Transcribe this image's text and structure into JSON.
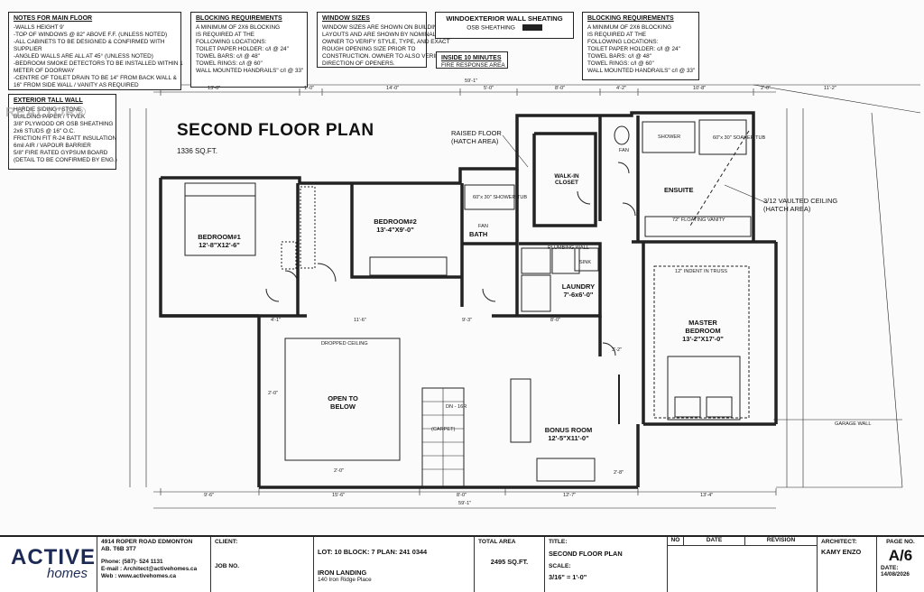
{
  "watermark": "REALTOR®",
  "notes_main_floor": {
    "heading": "NOTES FOR MAIN FLOOR",
    "lines": [
      "-WALLS HEIGHT 9'",
      "-TOP OF WINDOWS @ 82\" ABOVE F.F. (UNLESS NOTED)",
      "-ALL CABINETS TO BE DESIGNED & CONFIRMED WITH",
      "SUPPLIER",
      "-ANGLED WALLS ARE ALL AT 45° (UNLESS NOTED)",
      "-BEDROOM SMOKE DETECTORS TO BE INSTALLED WITHIN 1",
      "METER OF DOORWAY",
      "-CENTRE OF TOILET DRAIN TO BE 14\" FROM BACK WALL &",
      "16\" FROM SIDE WALL / VANITY AS REQUIRED"
    ]
  },
  "exterior_tall_wall": {
    "heading": "EXTERIOR TALL WALL",
    "lines": [
      "HARDIE SIDING / STONE",
      "BUILDING PAPER / TYVEK",
      "3/8\" PLYWOOD OR OSB SHEATHING",
      "2x6 STUDS @ 16\" O.C.",
      "FRICTION FIT R-24 BATT INSULATION",
      "6mil AIR / VAPOUR BARRIER",
      "5/8\" FIRE RATED GYPSUM BOARD",
      "(DETAIL TO BE CONFIRMED BY ENG.)"
    ]
  },
  "blocking_1": {
    "heading": "BLOCKING REQUIREMENTS",
    "lines": [
      "A MINIMUM OF 2X6 BLOCKING",
      "IS REQUIRED AT THE",
      "FOLLOWING LOCATIONS:",
      "TOILET PAPER HOLDER: c/l @ 24\"",
      "TOWEL BARS: c/l @ 48\"",
      "TOWEL RINGS: c/l @ 60\"",
      "WALL MOUNTED HANDRAILS\" c/l @ 33\"",
      ""
    ]
  },
  "window_sizes": {
    "heading": "WINDOW SIZES",
    "lines": [
      "WINDOW SIZES ARE SHOWN ON BUILDING",
      "LAYOUTS AND ARE SHOWN BY NOMINAL SIZE.",
      "OWNER TO VERIFY STYLE, TYPE, AND EXACT",
      "ROUGH OPENING SIZE PRIOR TO",
      "CONSTRUCTION. OWNER TO ALSO VERIFY",
      "DIRECTION OF OPENERS."
    ]
  },
  "wall_sheating": {
    "heading": "WINDOEXTERIOR WALL SHEATING",
    "value": "OSB SHEATHING"
  },
  "inside_10": {
    "heading": "INSIDE 10 MINUTES",
    "value": "FIRE RESPONSE AREA"
  },
  "blocking_2": {
    "heading": "BLOCKING REQUIREMENTS",
    "lines": [
      "A MINIMUM OF 2X6 BLOCKING",
      "IS REQUIRED AT THE",
      "FOLLOWING LOCATIONS:",
      "TOILET PAPER HOLDER: c/l @ 24\"",
      "TOWEL BARS: c/l @ 48\"",
      "TOWEL RINGS: c/l @ 60\"",
      "WALL MOUNTED HANDRAILS\" c/l @ 33\""
    ]
  },
  "plan": {
    "title": "SECOND FLOOR PLAN",
    "area": "1336 SQ.FT."
  },
  "rooms": {
    "bedroom1": {
      "name": "BEDROOM#1",
      "size": "12'-8\"X12'-6\""
    },
    "bedroom2": {
      "name": "BEDROOM#2",
      "size": "13'-4\"X9'-0\""
    },
    "bath": {
      "name": "BATH"
    },
    "walkin": {
      "line1": "WALK-IN",
      "line2": "CLOSET"
    },
    "ensuite": {
      "name": "ENSUITE"
    },
    "laundry": {
      "name": "LAUNDRY",
      "size": "7'-6x6'-0\""
    },
    "master": {
      "line1": "MASTER",
      "line2": "BEDROOM",
      "size": "13'-2\"X17'-0\""
    },
    "open_below": {
      "line1": "OPEN TO",
      "line2": "BELOW"
    },
    "bonus": {
      "name": "BONUS ROOM",
      "size": "12'-5\"X11'-0\""
    }
  },
  "callouts": {
    "raised_floor": [
      "RAISED FLOOR",
      "(HATCH AREA)"
    ],
    "vaulted": [
      "3/12 VAULTED CEILING",
      "(HATCH AREA)"
    ],
    "garage_wall": "GARAGE WALL",
    "dropped_ceiling": "DROPPED CEILING",
    "indent_truss": "12\" INDENT IN TRUSS",
    "stair_dn": "DN - 16R",
    "carpet": "(CARPET)",
    "shower_tub": "60\"x 30\" SHOWER TUB",
    "soaker_tub": "60\"x 30\" SOAKER TUB",
    "shower": "SHOWER",
    "vanity": "72\" FLOATING VANITY",
    "plumbing_wall": "PLUMBING WALL",
    "sink": "SINK",
    "fan": "FAN"
  },
  "dims": {
    "d0": "13'-0\"",
    "d1": "1'-0\"",
    "d2": "14'-0\"",
    "d3": "5'-0\"",
    "d4": "8'-0\"",
    "d5": "4'-2\"",
    "d6": "10'-8\"",
    "d7": "2'-0\"",
    "d8": "11'-2\"",
    "overall_top": "59'-1\"",
    "b0": "9'-6\"",
    "b1": "15'-6\"",
    "b2": "8'-0\"",
    "b3": "12'-7\"",
    "b4": "13'-4\"",
    "overall_bottom": "59'-1\"",
    "i0": "4'-1\"",
    "i1": "11'-6\"",
    "i2": "9'-3\"",
    "i3": "8'-0\"",
    "i4": "2'-0\"",
    "i5": "2'-0\"",
    "i6": "3'-2\"",
    "i7": "2'-8\""
  },
  "title_block": {
    "logo_1": "ACTIVE",
    "logo_2": "homes",
    "address1": "4914 ROPER ROAD EDMONTON",
    "address2": "AB. T6B 3T7",
    "phone": "Phone:  (587)- 524 1131",
    "email": "E-mail : Architect@activehomes.ca",
    "web": "Web : www.activehomes.ca",
    "client_caption": "CLIENT:",
    "job_caption": "JOB NO.",
    "lot_block_plan": "LOT: 10    BLOCK: 7    PLAN: 241 0344",
    "project": "IRON LANDING",
    "project_address": "140 Iron Ridge Place",
    "total_area_caption": "TOTAL AREA",
    "total_area": "2495 SQ.FT.",
    "title_caption": "TITLE:",
    "title": "SECOND FLOOR PLAN",
    "scale_caption": "SCALE:",
    "scale": "3/16\" = 1'-0\"",
    "rev_cols": [
      "NO",
      "DATE",
      "REVISION"
    ],
    "architect_caption": "ARCHITECT:",
    "architect": "KAMY ENZO",
    "page_caption": "PAGE NO.",
    "page": "A/6",
    "date_caption": "DATE:",
    "date": "14/08/2026"
  }
}
